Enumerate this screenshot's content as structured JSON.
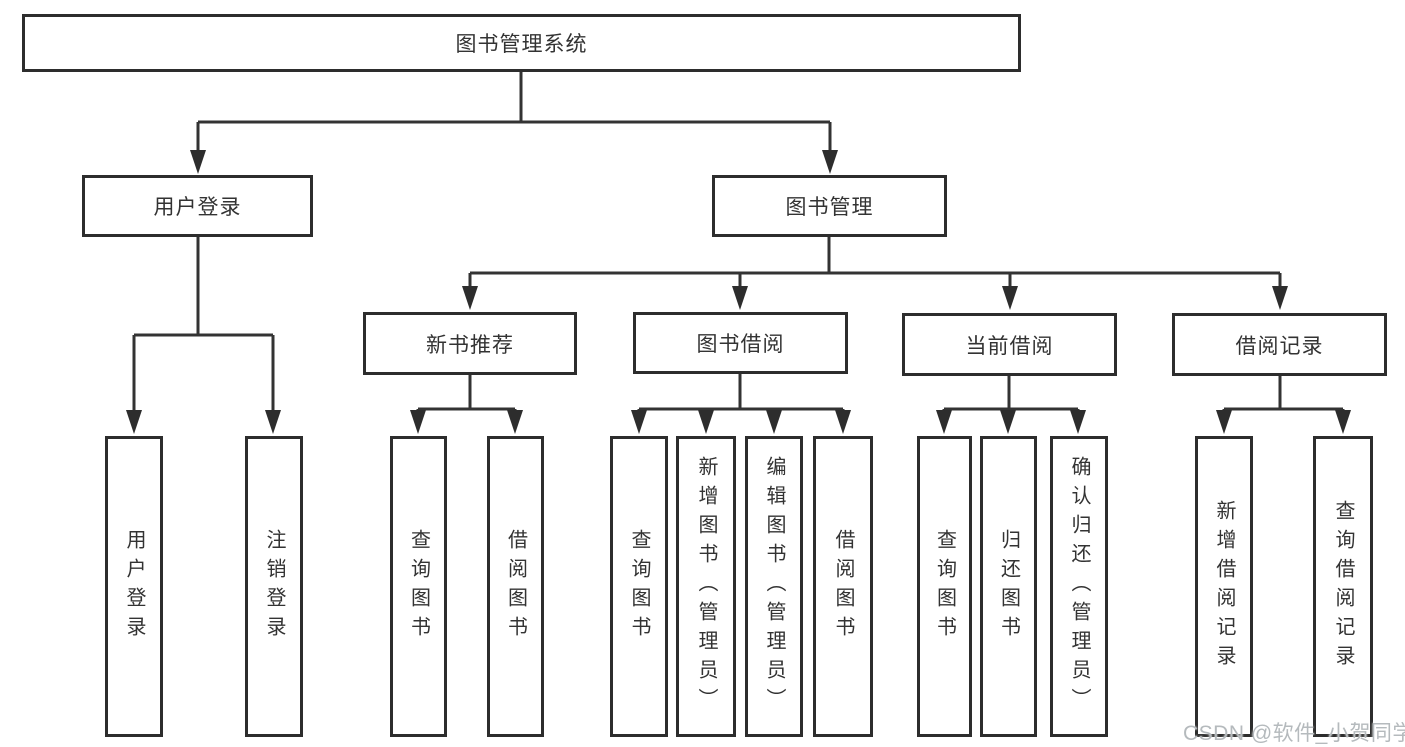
{
  "root": {
    "label": "图书管理系统"
  },
  "level2": [
    {
      "label": "用户登录"
    },
    {
      "label": "图书管理"
    }
  ],
  "level3": [
    {
      "label": "新书推荐"
    },
    {
      "label": "图书借阅"
    },
    {
      "label": "当前借阅"
    },
    {
      "label": "借阅记录"
    }
  ],
  "leaves": {
    "user_login": [
      "用户登录",
      "注销登录"
    ],
    "new_books": [
      "查询图书",
      "借阅图书"
    ],
    "book_borrowing": [
      "查询图书",
      "新增图书（管理员）",
      "编辑图书（管理员）",
      "借阅图书"
    ],
    "current_borrowing": [
      "查询图书",
      "归还图书",
      "确认归还（管理员）"
    ],
    "borrowing_records": [
      "新增借阅记录",
      "查询借阅记录"
    ]
  },
  "watermark": "CSDN @软件_小贺同学",
  "colors": {
    "line": "#333333",
    "text": "#333333",
    "watermark": "#b5babd"
  }
}
